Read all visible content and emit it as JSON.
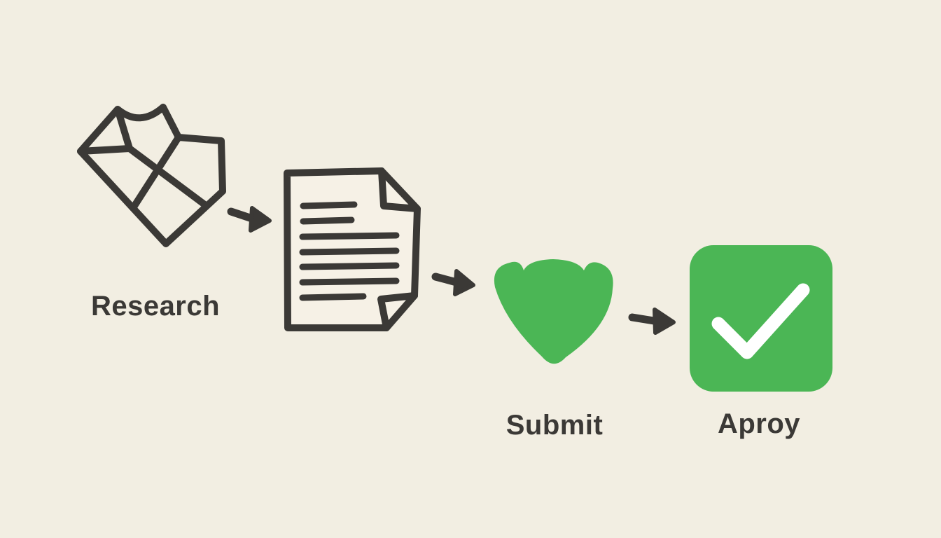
{
  "palette": {
    "background": "#f2eee2",
    "ink": "#3b3936",
    "green": "#4bb655",
    "check": "#ffffff",
    "page_fill": "#f6f1e6"
  },
  "diagram": {
    "type": "workflow",
    "steps": [
      {
        "icon": "crumpled-map-icon",
        "label": "Research"
      },
      {
        "icon": "document-icon",
        "label": ""
      },
      {
        "icon": "send-fan-icon",
        "label": "Submit"
      },
      {
        "icon": "approve-check-icon",
        "label": "Aproy"
      }
    ],
    "connectors": [
      {
        "icon": "arrow-right-icon",
        "from": "Research",
        "to": "document"
      },
      {
        "icon": "arrow-right-icon",
        "from": "document",
        "to": "Submit"
      },
      {
        "icon": "arrow-right-icon",
        "from": "Submit",
        "to": "Aproy"
      }
    ]
  }
}
